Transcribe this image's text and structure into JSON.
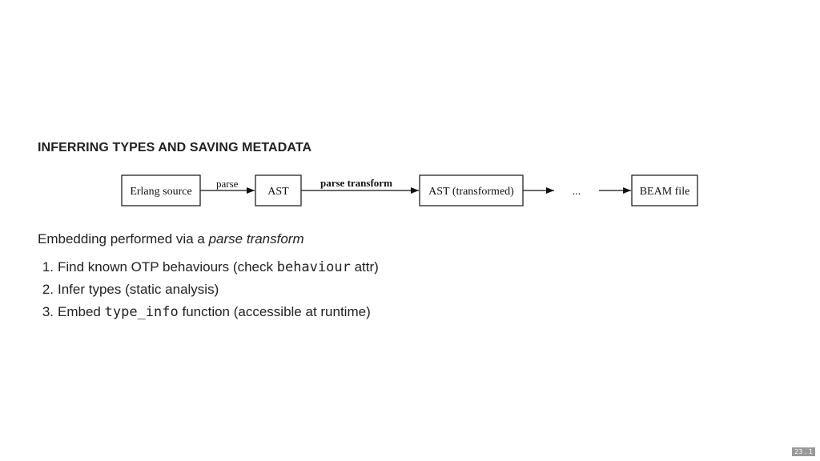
{
  "slide": {
    "title": "INFERRING TYPES AND SAVING METADATA",
    "intro_text": "Embedding performed via a",
    "intro_emphasis": "parse transform",
    "steps": [
      {
        "number": "1.",
        "before": "Find known OTP behaviours (check",
        "code": "behaviour",
        "after": "attr)"
      },
      {
        "number": "2.",
        "before": "Infer types (static analysis)",
        "code": "",
        "after": ""
      },
      {
        "number": "3.",
        "before": "Embed",
        "code": "type_info",
        "after": "function (accessible at runtime)"
      }
    ],
    "page_number": "23 . 1"
  },
  "diagram": {
    "nodes": [
      {
        "id": "erlang-source",
        "label": "Erlang source",
        "boxed": true
      },
      {
        "id": "ast",
        "label": "AST",
        "boxed": true
      },
      {
        "id": "ast-transformed",
        "label": "AST (transformed)",
        "boxed": true
      },
      {
        "id": "ellipsis",
        "label": "...",
        "boxed": false
      },
      {
        "id": "beam-file",
        "label": "BEAM file",
        "boxed": true
      }
    ],
    "edges": [
      {
        "from": "erlang-source",
        "to": "ast",
        "label": "parse",
        "bold": false
      },
      {
        "from": "ast",
        "to": "ast-transformed",
        "label": "parse transform",
        "bold": true
      },
      {
        "from": "ast-transformed",
        "to": "ellipsis",
        "label": "",
        "bold": false
      },
      {
        "from": "ellipsis",
        "to": "beam-file",
        "label": "",
        "bold": false
      }
    ]
  }
}
